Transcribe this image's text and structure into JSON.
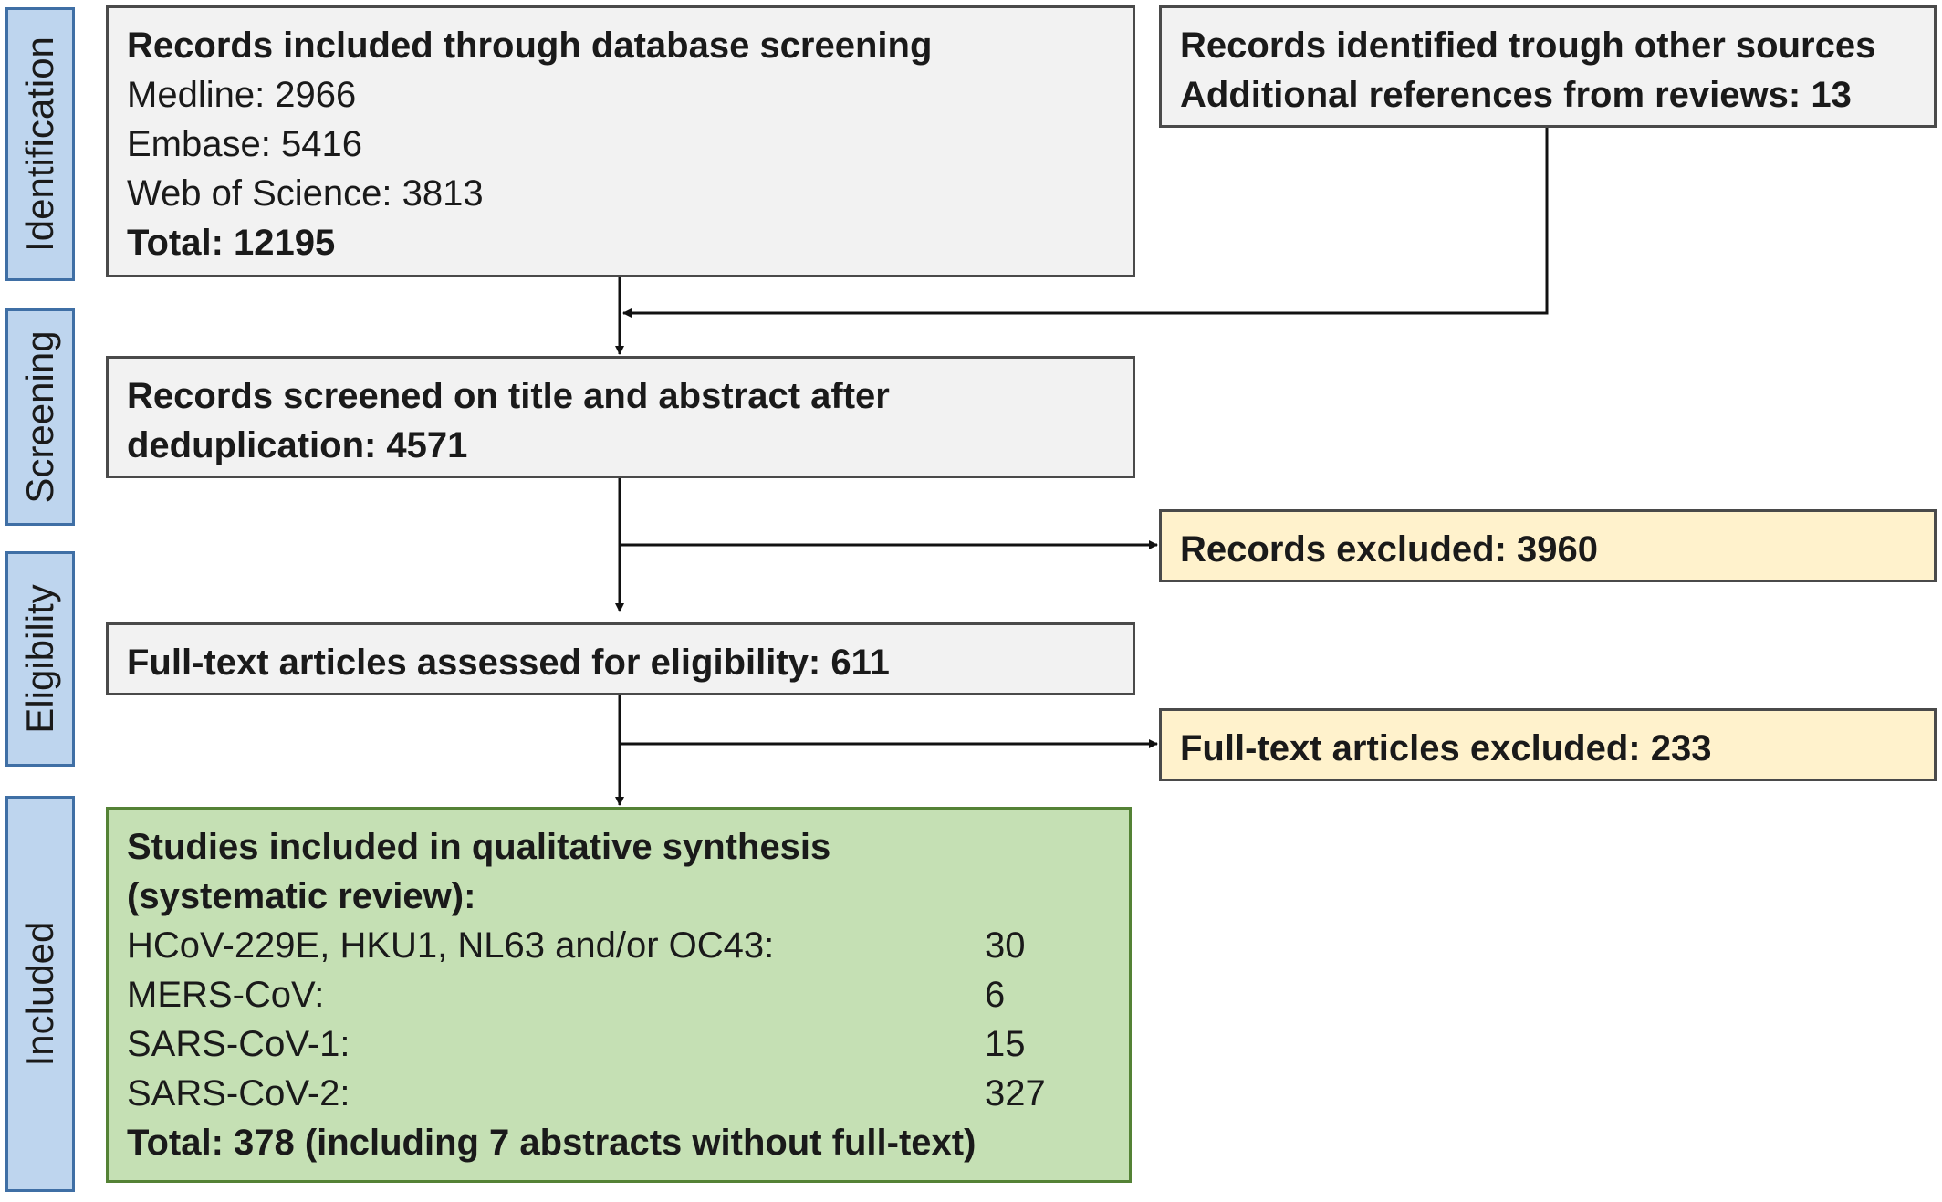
{
  "stages": {
    "identification": "Identification",
    "screening": "Screening",
    "eligibility": "Eligibility",
    "included": "Included"
  },
  "database": {
    "title": "Records included through database screening",
    "lines": [
      "Medline: 2966",
      "Embase: 5416",
      "Web of Science: 3813"
    ],
    "total": "Total: 12195"
  },
  "other_sources": {
    "title": "Records identified trough other sources",
    "line": "Additional references from reviews: 13"
  },
  "screened": {
    "text": "Records screened on title and abstract after deduplication: 4571"
  },
  "excluded_records": {
    "text": "Records excluded: 3960"
  },
  "fulltext_assessed": {
    "text": "Full-text articles assessed for eligibility: 611"
  },
  "fulltext_excluded": {
    "text": "Full-text articles excluded: 233"
  },
  "included": {
    "title": "Studies included in qualitative synthesis (systematic review):",
    "rows": [
      {
        "name": "HCoV-229E, HKU1, NL63 and/or OC43:",
        "count": "30"
      },
      {
        "name": "MERS-CoV:",
        "count": "6"
      },
      {
        "name": "SARS-CoV-1:",
        "count": "15"
      },
      {
        "name": "SARS-CoV-2:",
        "count": "327"
      }
    ],
    "total": "Total: 378 (including 7 abstracts without full-text)"
  },
  "colors": {
    "stage_fill": "#bed5ee",
    "stage_border": "#3f6fa5",
    "box_fill": "#f2f2f2",
    "excluded_fill": "#fff2cc",
    "included_fill": "#c5e0b4",
    "included_border": "#548235"
  }
}
